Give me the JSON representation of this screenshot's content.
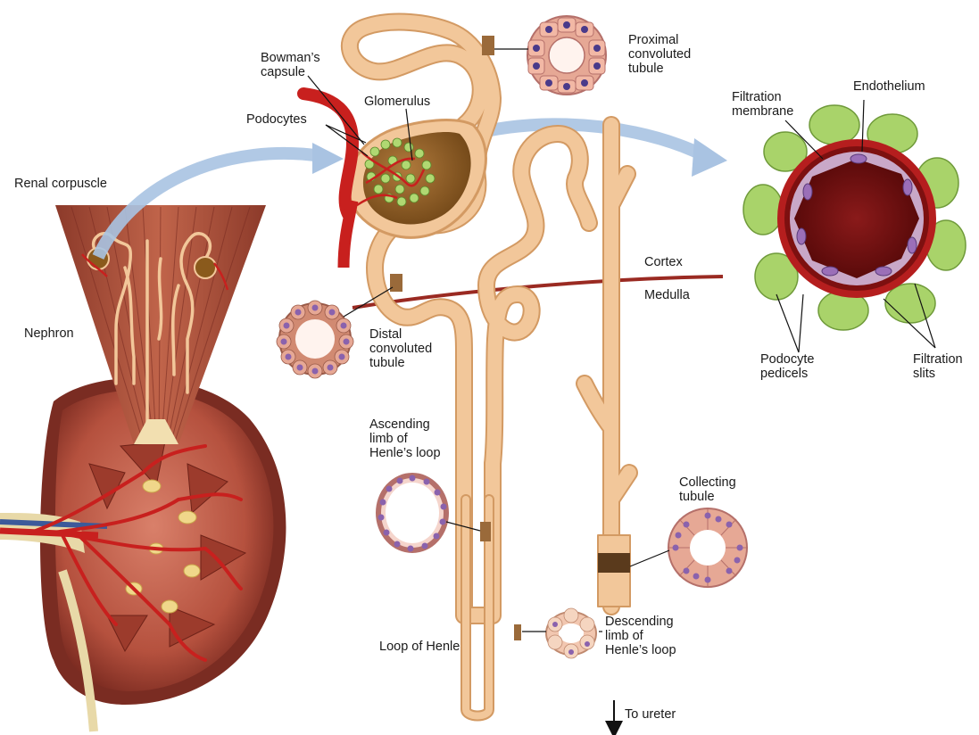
{
  "labels": {
    "renal_corpuscle": "Renal corpuscle",
    "nephron": "Nephron",
    "bowmans_capsule": "Bowman’s\ncapsule",
    "podocytes": "Podocytes",
    "glomerulus": "Glomerulus",
    "proximal_tubule": "Proximal\nconvoluted\ntubule",
    "filtration_membrane": "Filtration\nmembrane",
    "endothelium": "Endothelium",
    "cortex": "Cortex",
    "medulla": "Medulla",
    "distal_tubule": "Distal\nconvoluted\ntubule",
    "podocyte_pedicels": "Podocyte\npedicels",
    "filtration_slits": "Filtration\nslits",
    "ascending_limb": "Ascending\nlimb of\nHenle’s loop",
    "collecting_tubule": "Collecting\ntubule",
    "loop_of_henle": "Loop of Henle",
    "descending_limb": "Descending\nlimb of\nHenle’s loop",
    "to_ureter": "To ureter"
  },
  "colors": {
    "tubule": "#f2c79a",
    "tubule_edge": "#d39a63",
    "kidney_tissue": "#b5513e",
    "artery": "#c8201e",
    "flow_arrow": "#a9c3e2",
    "podocyte_green": "#a9d36a",
    "cell_nucleus": "#8a62ad",
    "cell_body": "#e9a390"
  }
}
